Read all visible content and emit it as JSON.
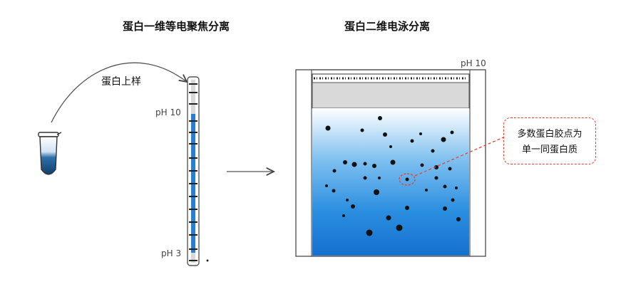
{
  "titles": {
    "isoelectric_focusing": "蛋白一维等电聚焦分离",
    "second_dimension": "蛋白二维电泳分离"
  },
  "labels": {
    "sample_loading": "蛋白上样",
    "strip_ph_top": "pH 10",
    "strip_ph_bottom": "pH 3",
    "gel_ph": "pH 10"
  },
  "callout": {
    "line1": "多数蛋白胶点为",
    "line2": "单一同蛋白质"
  },
  "colors": {
    "gel_blue": "#1e7fd6",
    "callout_red": "#e0463a"
  }
}
